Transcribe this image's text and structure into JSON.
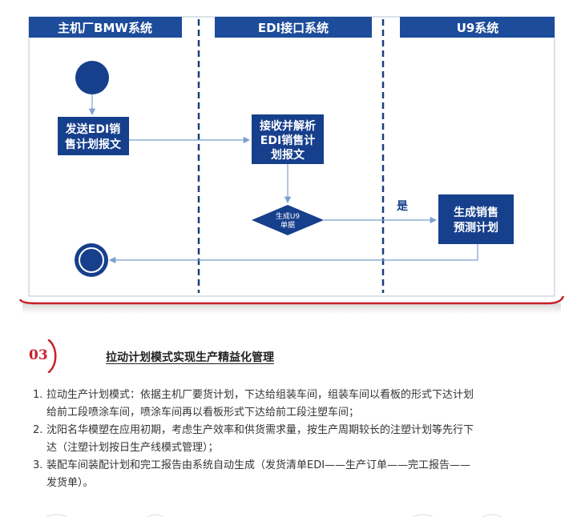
{
  "diagram": {
    "lanes": [
      "主机厂BMW系统",
      "EDI接口系统",
      "U9系统"
    ],
    "nodes": {
      "send": [
        "发送EDI销",
        "售计划报文"
      ],
      "receive": [
        "接收并解析",
        "EDI销售计",
        "划报文"
      ],
      "decision": [
        "生成U9",
        "单据"
      ],
      "generate": [
        "生成销售",
        "预测计划"
      ]
    },
    "yes_label": "是",
    "colors": {
      "header": "#1d4c9a",
      "process": "#163f8c",
      "line": "#7b9fcf",
      "dash": "#1d3f7d",
      "accent_red": "#c8202a"
    }
  },
  "section": {
    "number": "03",
    "title": "拉动计划模式实现生产精益化管理"
  },
  "items": [
    {
      "number": "1.",
      "lines": [
        "拉动生产计划模式：依据主机厂要货计划，下达给组装车间，组装车间以看板的形式下达计划",
        "给前工段喷涂车间，喷涂车间再以看板形式下达给前工段注塑车间；"
      ]
    },
    {
      "number": "2.",
      "lines": [
        "沈阳名华模塑在应用初期，考虑生产效率和供货需求量，按生产周期较长的注塑计划等先行下",
        "达（注塑计划按日生产线模式管理）；"
      ]
    },
    {
      "number": "3.",
      "lines": [
        "装配车间装配计划和完工报告由系统自动生成（发货清单EDI——生产订单——完工报告——",
        "发货单）。"
      ]
    }
  ]
}
